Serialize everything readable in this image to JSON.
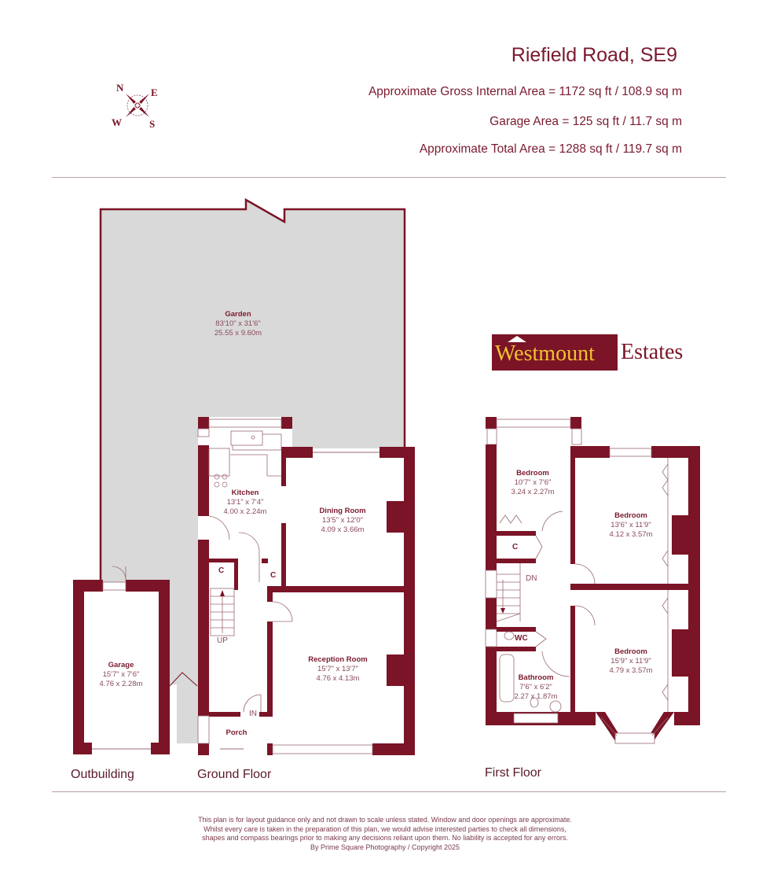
{
  "header": {
    "title": "Riefield Road, SE9",
    "gross_internal_area": "Approximate Gross Internal Area = 1172 sq ft / 108.9 sq m",
    "garage_area": "Garage Area = 125 sq ft / 11.7 sq m",
    "total_area": "Approximate Total Area = 1288 sq ft / 119.7 sq m"
  },
  "compass": {
    "n": "N",
    "e": "E",
    "s": "S",
    "w": "W"
  },
  "brand": {
    "part1": "Westmount",
    "part2": "Estates",
    "primary_color": "#7a1426",
    "accent_color": "#f2c230"
  },
  "colors": {
    "wall": "#7a1426",
    "garden": "#d9d9d9",
    "text": "#7a1a2e"
  },
  "floors": {
    "outbuilding": {
      "label": "Outbuilding",
      "rooms": [
        {
          "name": "Garage",
          "imperial": "15'7\" x 7'6\"",
          "metric": "4.76 x 2.28m"
        }
      ]
    },
    "ground": {
      "label": "Ground Floor",
      "rooms": [
        {
          "name": "Garden",
          "imperial": "83'10\" x 31'6\"",
          "metric": "25.55 x 9.60m"
        },
        {
          "name": "Kitchen",
          "imperial": "13'1\" x 7'4\"",
          "metric": "4.00 x 2.24m"
        },
        {
          "name": "Dining Room",
          "imperial": "13'5\" x 12'0\"",
          "metric": "4.09 x 3.66m"
        },
        {
          "name": "Reception Room",
          "imperial": "15'7\" x 13'7\"",
          "metric": "4.76 x 4.13m"
        },
        {
          "name": "Porch"
        }
      ],
      "markers": {
        "cupboard1": "C",
        "cupboard2": "C",
        "stairs": "UP",
        "entrance": "IN"
      }
    },
    "first": {
      "label": "First Floor",
      "rooms": [
        {
          "name": "Bedroom",
          "imperial": "10'7\" x 7'6\"",
          "metric": "3.24 x 2.27m"
        },
        {
          "name": "Bedroom",
          "imperial": "13'6\" x 11'9\"",
          "metric": "4.12 x 3.57m"
        },
        {
          "name": "Bedroom",
          "imperial": "15'9\" x 11'9\"",
          "metric": "4.79 x 3.57m"
        },
        {
          "name": "Bathroom",
          "imperial": "7'6\" x 6'2\"",
          "metric": "2.27 x 1.87m"
        }
      ],
      "markers": {
        "cupboard": "C",
        "stairs": "DN",
        "wc": "WC"
      }
    }
  },
  "footer": {
    "line1": "This plan is for layout guidance only and not drawn to scale unless stated. Window and door openings are approximate.",
    "line2": "Whilst every care is taken in the preparation of this plan, we would advise interested parties to check all dimensions,",
    "line3": "shapes and compass bearings prior to making any decisions reliant upon them. No liability is accepted for any errors.",
    "line4": "By Prime Square Photography / Copyright 2025"
  }
}
